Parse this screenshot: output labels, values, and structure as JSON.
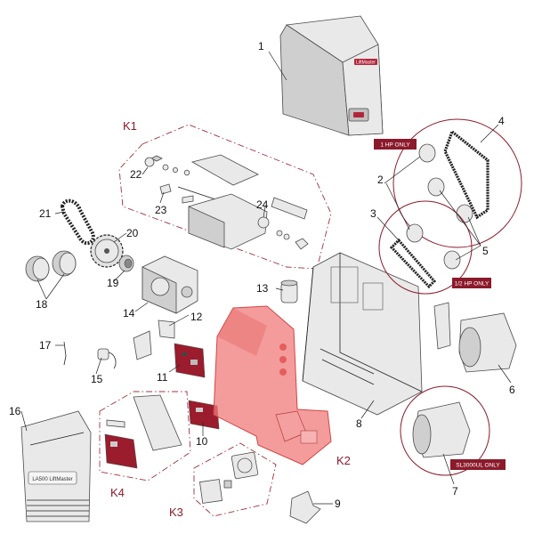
{
  "colors": {
    "kit_label": "#8b1a2b",
    "tag_fill": "#8b1a2b",
    "highlight_fill": "#f07b7b",
    "highlight_stroke": "#d24545",
    "dash_stroke": "#a03040",
    "part_stroke": "#4a4a4a"
  },
  "cover": {
    "logo_text": "LiftMaster"
  },
  "panel": {
    "model_text": "LA500 LiftMaster"
  },
  "callouts": {
    "c1": "1",
    "c2": "2",
    "c3": "3",
    "c4": "4",
    "c5": "5",
    "c6": "6",
    "c7": "7",
    "c8": "8",
    "c9": "9",
    "c10": "10",
    "c11": "11",
    "c12": "12",
    "c13": "13",
    "c14": "14",
    "c15": "15",
    "c16": "16",
    "c17": "17",
    "c18": "18",
    "c19": "19",
    "c20": "20",
    "c21": "21",
    "c22": "22",
    "c23": "23",
    "c24": "24"
  },
  "kits": {
    "k1": "K1",
    "k2": "K2",
    "k3": "K3",
    "k4": "K4"
  },
  "tags": {
    "hp1": "1 HP ONLY",
    "hp12": "1/2 HP ONLY",
    "sl": "SL3000UL ONLY"
  }
}
